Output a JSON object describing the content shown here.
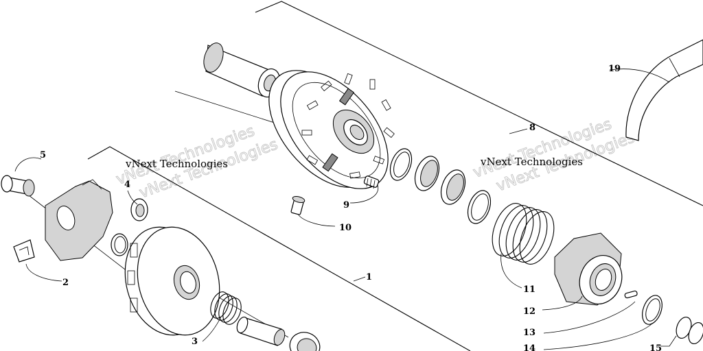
{
  "diagram": {
    "part_labels": [
      "1",
      "2",
      "3",
      "4",
      "5",
      "8",
      "9",
      "10",
      "11",
      "12",
      "13",
      "14",
      "15",
      "19"
    ]
  },
  "watermark": {
    "text": "vNext Technologies"
  }
}
